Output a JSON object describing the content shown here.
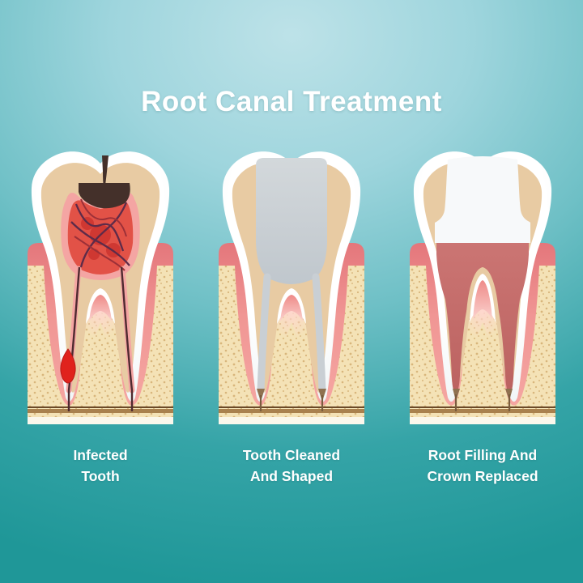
{
  "title": "Root Canal Treatment",
  "stages": [
    {
      "id": "infected",
      "caption_line1": "Infected",
      "caption_line2": "Tooth"
    },
    {
      "id": "cleaned",
      "caption_line1": "Tooth Cleaned",
      "caption_line2": "And Shaped"
    },
    {
      "id": "filled",
      "caption_line1": "Root Filling And",
      "caption_line2": "Crown Replaced"
    }
  ],
  "palette": {
    "bg_top": "#bde2e8",
    "bg_deep": "#1f9798",
    "title_color": "#ffffff",
    "enamel": "#ffffff",
    "enamel_shade": "#e9eff1",
    "dentin": "#e8cba3",
    "gum_dark": "#e4767b",
    "gum_mid": "#f09694",
    "gum_light": "#f5a6a2",
    "bone": "#f4e2b6",
    "bone_speckle": "#d8b67c",
    "bone_line_dark": "#6b4a28",
    "bone_line": "#a9814e",
    "bottom_strip": "#fbf7ec",
    "pulp_lining": "#f4a5a3",
    "pulp_red": "#e25247",
    "pulp_red_dark": "#cf3832",
    "vessel_dark": "#5d2b49",
    "vessel_red": "#9c3038",
    "nerve": "#4f2a30",
    "decay_brown": "#44302a",
    "abscess_red": "#e0221d",
    "abscess_edge": "#b91b18",
    "canal_gray": "#c9cfd4",
    "canal_gray_light": "#d3d8db",
    "canal_gray_dark": "#c0c7cd",
    "crown_white": "#f7f9fa",
    "root_fill": "#cb7573",
    "root_fill_dark": "#bb6260",
    "tip_brown": "#8f7150",
    "tip_line": "#7a5c3e",
    "glow_pink": "#ffd6d0",
    "dome_pink": "#ee8a88",
    "dome_pink_light": "#fbd3cf"
  }
}
